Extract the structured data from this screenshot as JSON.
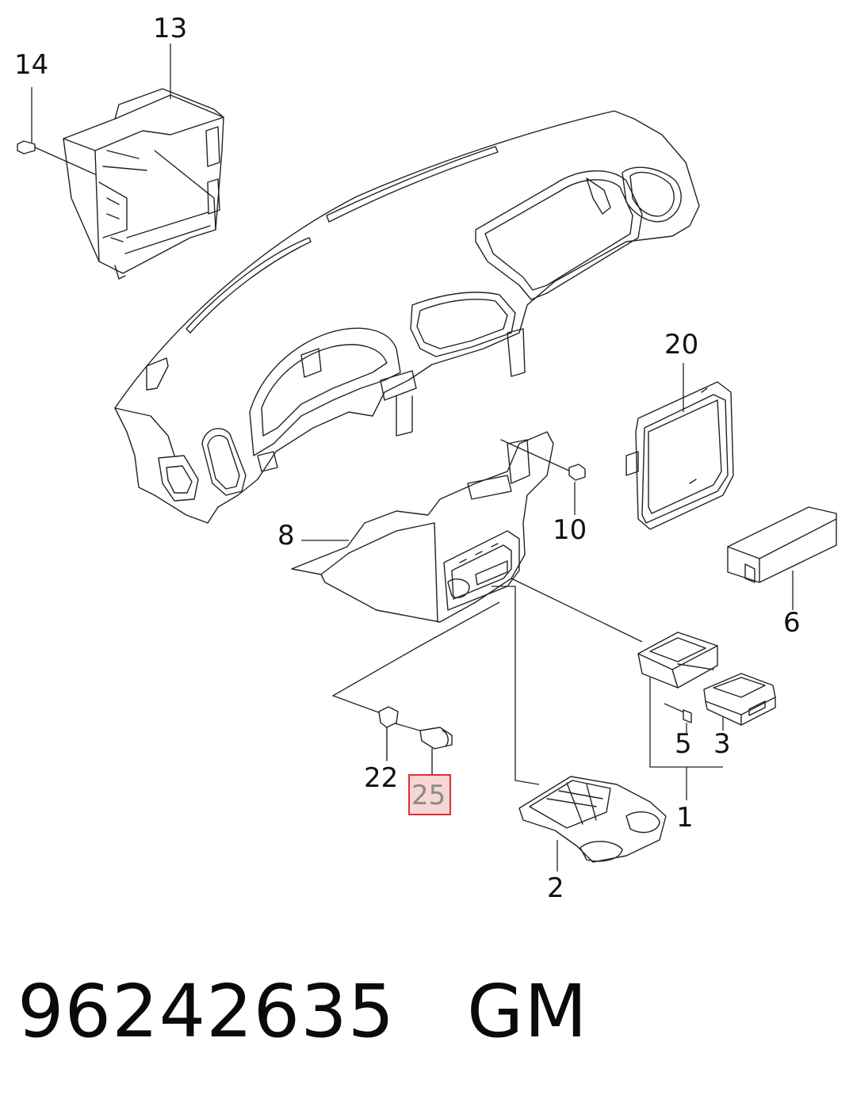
{
  "diagram": {
    "callouts": [
      {
        "id": "c13",
        "label": "13"
      },
      {
        "id": "c14",
        "label": "14"
      },
      {
        "id": "c20",
        "label": "20"
      },
      {
        "id": "c8",
        "label": "8"
      },
      {
        "id": "c10",
        "label": "10"
      },
      {
        "id": "c6",
        "label": "6"
      },
      {
        "id": "c5",
        "label": "5"
      },
      {
        "id": "c3",
        "label": "3"
      },
      {
        "id": "c1",
        "label": "1"
      },
      {
        "id": "c22",
        "label": "22"
      },
      {
        "id": "c25",
        "label": "25",
        "highlighted": true
      },
      {
        "id": "c2",
        "label": "2"
      }
    ],
    "highlight_color": "#e03030",
    "highlight_fill": "#f7d6d6"
  },
  "footer": {
    "part_number": "96242635",
    "brand": "GM"
  }
}
